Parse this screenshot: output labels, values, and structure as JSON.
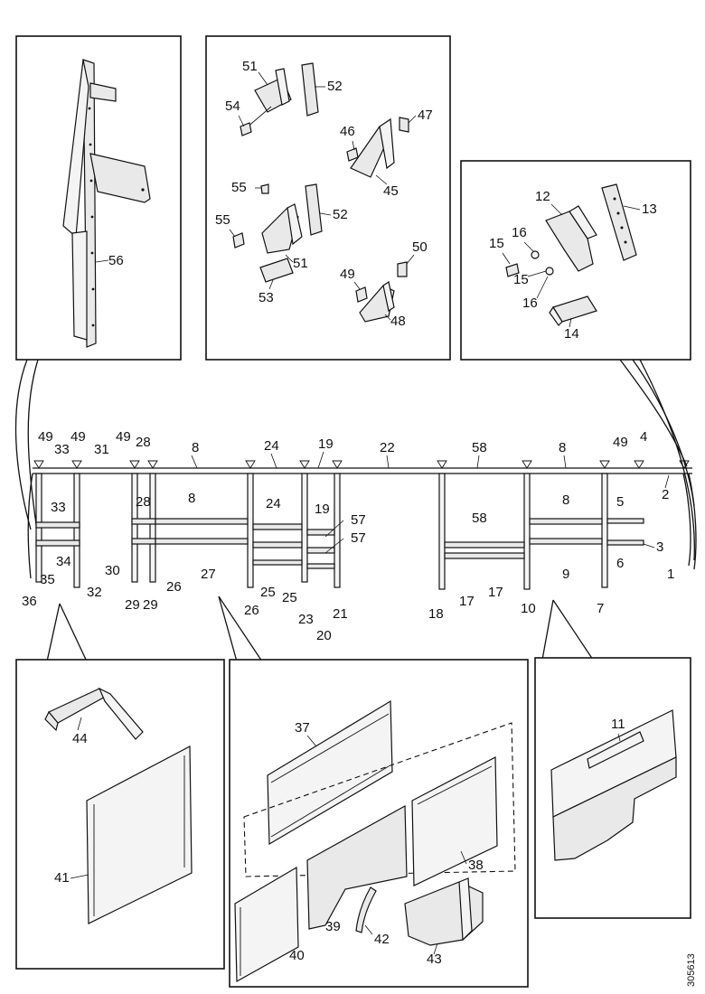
{
  "document_number": "305613",
  "main_assembly": {
    "top_row": [
      "49",
      "33",
      "49",
      "31",
      "49",
      "28",
      "8",
      "24",
      "19",
      "22",
      "58",
      "8",
      "49",
      "4",
      "2"
    ],
    "frame_labels": [
      "33",
      "34",
      "35",
      "36",
      "32",
      "28",
      "30",
      "29",
      "29",
      "26",
      "8",
      "27",
      "24",
      "25",
      "25",
      "26",
      "23",
      "19",
      "57",
      "57",
      "20",
      "21",
      "58",
      "18",
      "17",
      "17",
      "10",
      "8",
      "9",
      "5",
      "6",
      "3",
      "7",
      "1"
    ]
  },
  "detail_top_left": {
    "labels": [
      "56"
    ]
  },
  "detail_top_middle": {
    "labels": [
      "51",
      "52",
      "54",
      "46",
      "47",
      "45",
      "55",
      "55",
      "52",
      "51",
      "53",
      "49",
      "50",
      "48"
    ]
  },
  "detail_top_right": {
    "labels": [
      "12",
      "13",
      "16",
      "15",
      "15",
      "16",
      "14"
    ]
  },
  "detail_bottom_left": {
    "labels": [
      "44",
      "41"
    ]
  },
  "detail_bottom_middle": {
    "labels": [
      "37",
      "38",
      "40",
      "39",
      "42",
      "43"
    ]
  },
  "detail_bottom_right": {
    "labels": [
      "11"
    ]
  }
}
